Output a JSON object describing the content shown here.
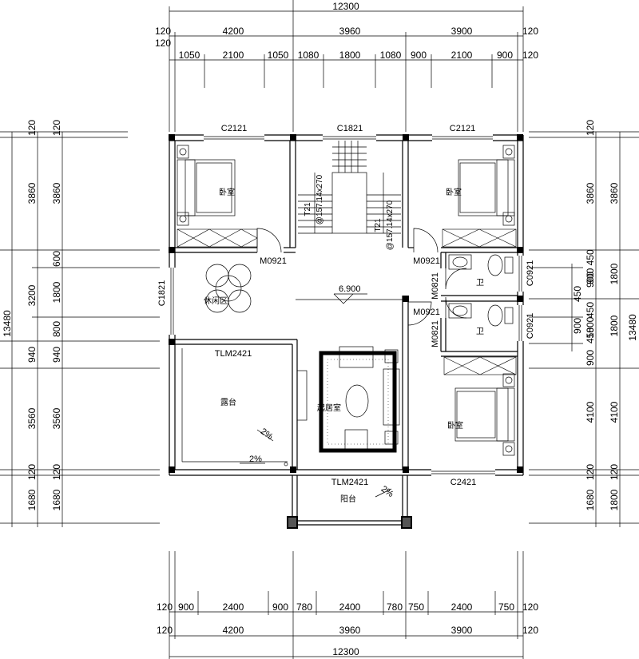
{
  "dims": {
    "top_total": "12300",
    "top_mid": [
      "120",
      "4200",
      "3960",
      "3900",
      "120"
    ],
    "top_mid_extra": "120",
    "top_fine": [
      "1050",
      "2100",
      "1050",
      "1080",
      "1800",
      "1080",
      "900",
      "2100",
      "900",
      "120"
    ],
    "bot_fine": [
      "120",
      "900",
      "2400",
      "900",
      "780",
      "2400",
      "780",
      "750",
      "2400",
      "750",
      "120"
    ],
    "bot_mid": [
      "120",
      "4200",
      "3960",
      "3900",
      "120"
    ],
    "bot_total": "12300",
    "left_total": "13480",
    "left_outer": [
      "120",
      "3860",
      "3200",
      "940",
      "3560",
      "120",
      "1680"
    ],
    "left_inner": [
      "120",
      "3860",
      "600",
      "1800",
      "800",
      "940",
      "3560",
      "120",
      "1680"
    ],
    "right_outer": [
      "120",
      "3860",
      "900 450",
      "450",
      "1800",
      "4100",
      "120",
      "1680"
    ],
    "right_inner": [
      "3860",
      "1800",
      "900",
      "1800",
      "4100",
      "120",
      "1800"
    ],
    "right_small": [
      "900",
      "450",
      "450",
      "900"
    ],
    "right_total": "13480"
  },
  "labels": {
    "windows": [
      "C2121",
      "C1821",
      "C2121",
      "C1821",
      "C0921",
      "C0921",
      "C2421"
    ],
    "doors": [
      "M0921",
      "M0921",
      "M0821",
      "M0921",
      "M0821",
      "TLM2421",
      "TLM2421"
    ],
    "stair": [
      "T21",
      "@157.14x270",
      "T21",
      "@157.14x270"
    ],
    "elevation": "6.900",
    "slopes": [
      "2%",
      "2%",
      "2%"
    ]
  },
  "rooms": {
    "bedroom1": "卧室",
    "bedroom2": "卧室",
    "bedroom3": "卧室",
    "bath1": "卫",
    "bath2": "卫",
    "leisure": "休闲区",
    "terrace": "露台",
    "living": "起居室",
    "balcony": "阳台"
  }
}
